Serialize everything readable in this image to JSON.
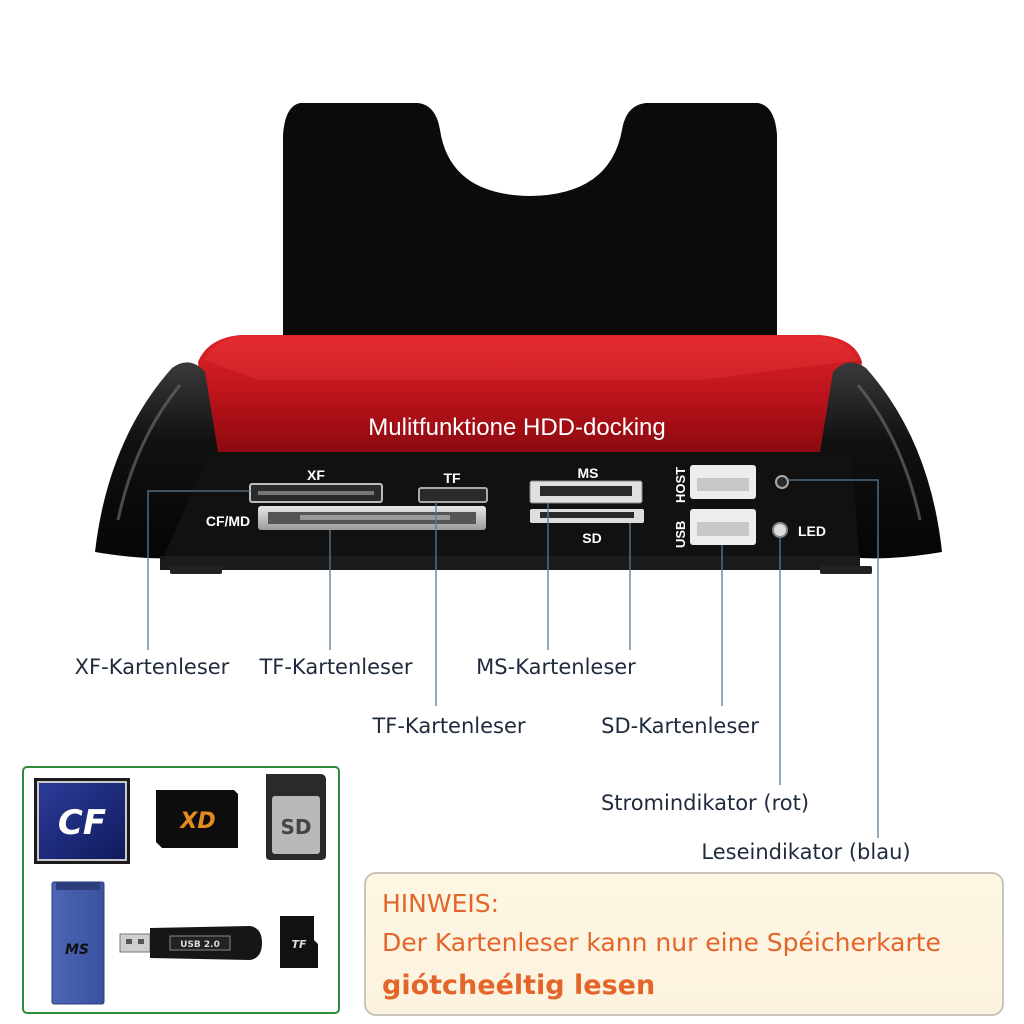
{
  "device": {
    "title": "Mulitfunktione HDD-docking",
    "slots": {
      "xf": "XF",
      "tf": "TF",
      "ms": "MS",
      "cfmd": "CF/MD",
      "sd": "SD",
      "host": "HOST",
      "usb": "USB",
      "led": "LED"
    },
    "colors": {
      "red": "#c3161c",
      "black": "#0d0d0d"
    }
  },
  "callouts": {
    "xf": "XF-Kartenleser",
    "tf1": "TF-Kartenleser",
    "ms": "MS-Kartenleser",
    "tf2": "TF-Kartenleser",
    "sd": "SD-Kartenleser",
    "power": "Stromindikator (rot)",
    "read": "Leseindikator (blau)"
  },
  "cards": {
    "cf": "CF",
    "xd": "XD",
    "sd": "SD",
    "ms": "MS",
    "reader": "USB 2.0",
    "micro": "TF"
  },
  "note": {
    "title": "HINWEIS:",
    "line1": "Der Kartenleser kann nur eine Spéicherkarte",
    "line2": "giótcheéltig lesen",
    "color": "#e4652a"
  }
}
